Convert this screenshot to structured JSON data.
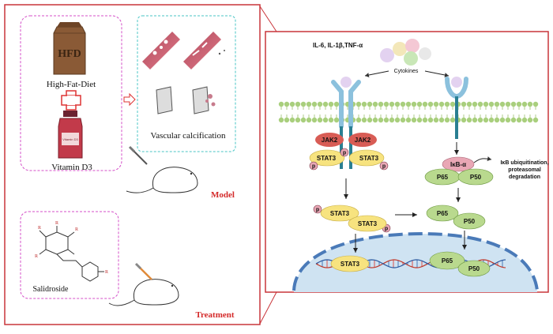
{
  "left_panel": {
    "hfd_bag_text": "HFD",
    "hfd_label": "High-Fat-Diet",
    "vitd_bottle_text": "Vitamin D3",
    "vitd_label": "Vitamin D3",
    "calcification_label": "Vascular calcification",
    "model_label": "Model",
    "drug_label": "Salidroside",
    "treatment_label": "Treatment",
    "molecule_atom": "R"
  },
  "right_panel": {
    "cytokines_list": "IL-6, IL-1β,TNF-α",
    "cytokines_label": "Cytokines",
    "jak2_label": "JAK2",
    "stat3_label": "STAT3",
    "p_label": "p",
    "ikb_label": "IκB-α",
    "ikb_note_line1": "IκB ubiquitination,",
    "ikb_note_line2": "proteasomal",
    "ikb_note_line3": "degradation",
    "p65_label": "P65",
    "p50_label": "P50"
  },
  "colors": {
    "frame_red": "#c9353a",
    "dash_pink": "#d44fc8",
    "dash_teal": "#49c6c6",
    "jak2": "#d85c55",
    "stat3": "#f7e37f",
    "p65_p50": "#b9d98e",
    "ikb": "#e9a7b5",
    "membrane": "#a9cf7d",
    "receptor": "#8cc1dd",
    "nucleus": "#cfe3f2"
  }
}
